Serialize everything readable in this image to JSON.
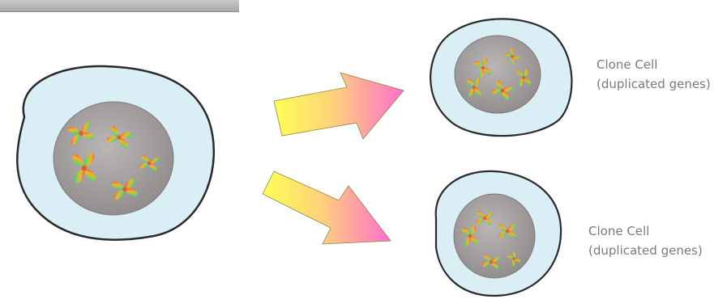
{
  "labels": [
    {
      "line1": "Clone Cell",
      "line2": "(duplicated genes)"
    },
    {
      "line1": "Clone Cell",
      "line2": "(duplicated genes)"
    }
  ],
  "colors": {
    "cell_border": "#2a2a2a",
    "cytoplasm": "#d9eef5",
    "nucleus": "#9e9a99",
    "arrow_start": "#ffff55",
    "arrow_end": "#ff6fcf"
  }
}
